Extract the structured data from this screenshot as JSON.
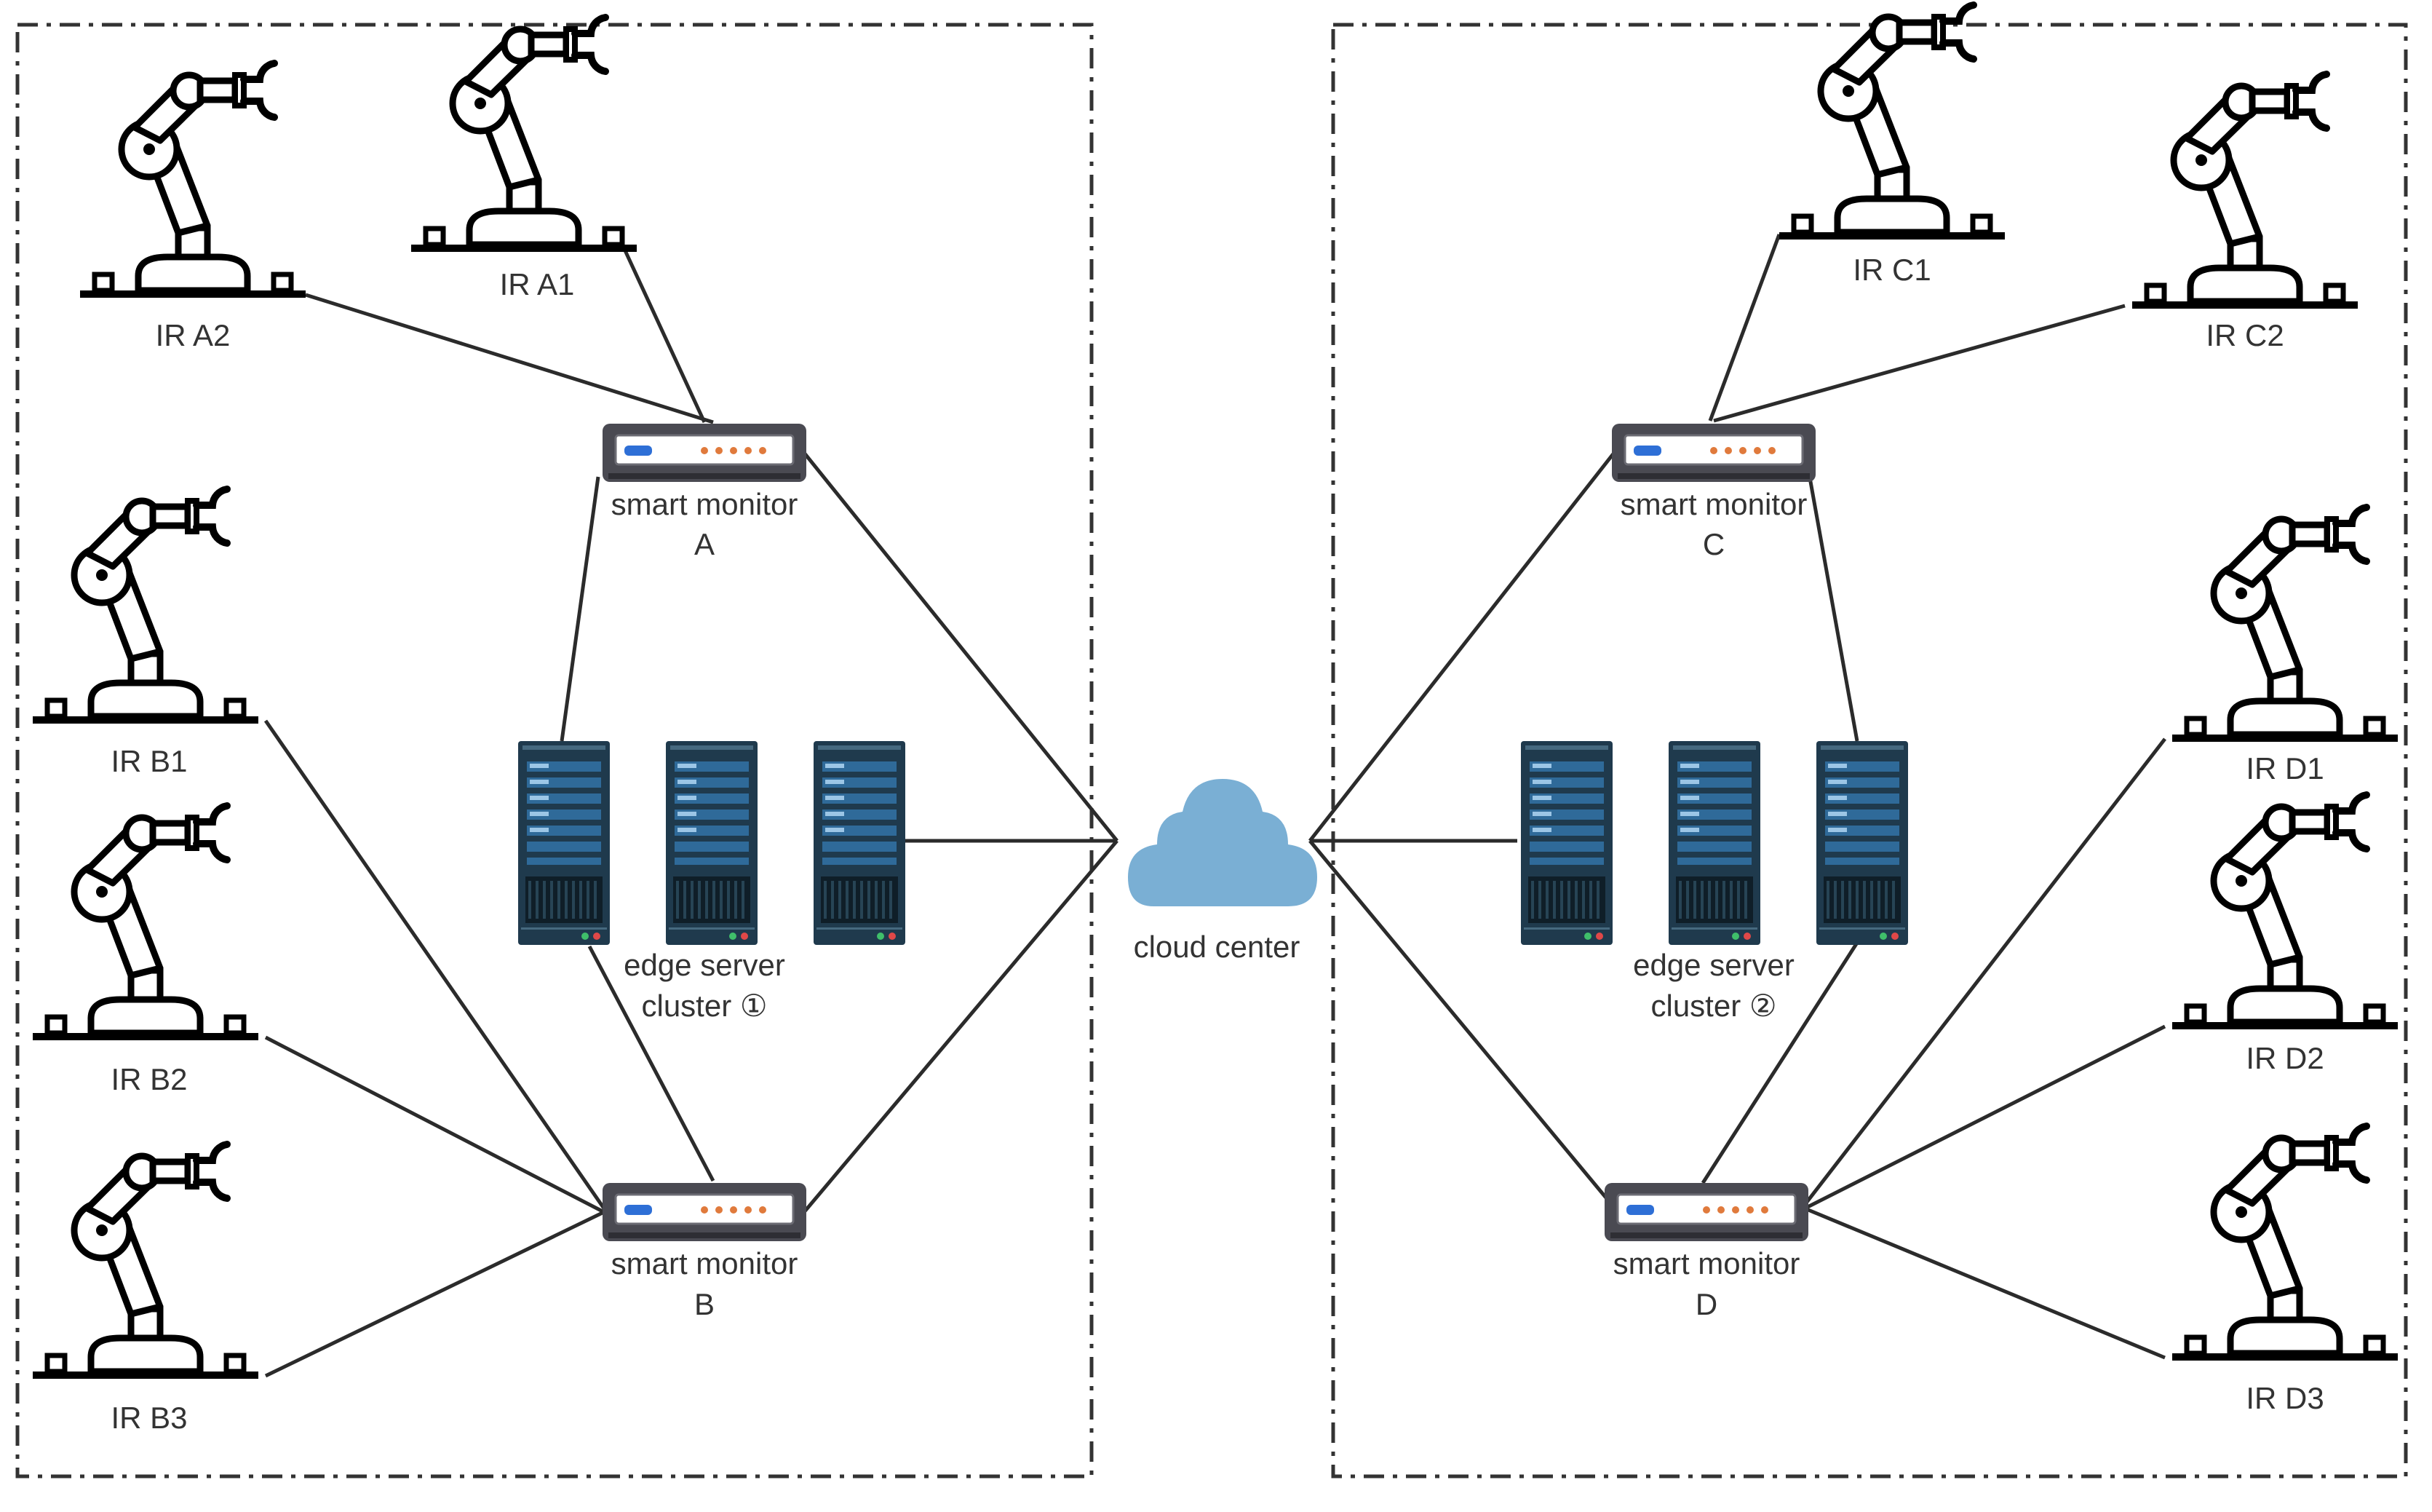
{
  "cloud": {
    "label": "cloud center"
  },
  "monitors": [
    {
      "id": "A",
      "line1": "smart monitor",
      "line2": "A"
    },
    {
      "id": "B",
      "line1": "smart monitor",
      "line2": "B"
    },
    {
      "id": "C",
      "line1": "smart monitor",
      "line2": "C"
    },
    {
      "id": "D",
      "line1": "smart monitor",
      "line2": "D"
    }
  ],
  "clusters": [
    {
      "id": "1",
      "line1": "edge server",
      "line2": "cluster ①"
    },
    {
      "id": "2",
      "line1": "edge server",
      "line2": "cluster ②"
    }
  ],
  "robots": [
    {
      "id": "A1",
      "label": "IR A1"
    },
    {
      "id": "A2",
      "label": "IR A2"
    },
    {
      "id": "B1",
      "label": "IR B1"
    },
    {
      "id": "B2",
      "label": "IR B2"
    },
    {
      "id": "B3",
      "label": "IR B3"
    },
    {
      "id": "C1",
      "label": "IR C1"
    },
    {
      "id": "C2",
      "label": "IR C2"
    },
    {
      "id": "D1",
      "label": "IR D1"
    },
    {
      "id": "D2",
      "label": "IR D2"
    },
    {
      "id": "D3",
      "label": "IR D3"
    }
  ],
  "colors": {
    "line": "#2b2b2b",
    "cloud": "#7aafd4",
    "server_body": "#1f3a4d",
    "server_panel": "#2f6a99",
    "monitor_body": "#4a4a52",
    "monitor_led_blue": "#2e6fd6",
    "monitor_led_orange": "#e07a3c"
  },
  "icons": [
    "industrial-robot-icon",
    "router-icon",
    "server-icon",
    "cloud-icon"
  ]
}
